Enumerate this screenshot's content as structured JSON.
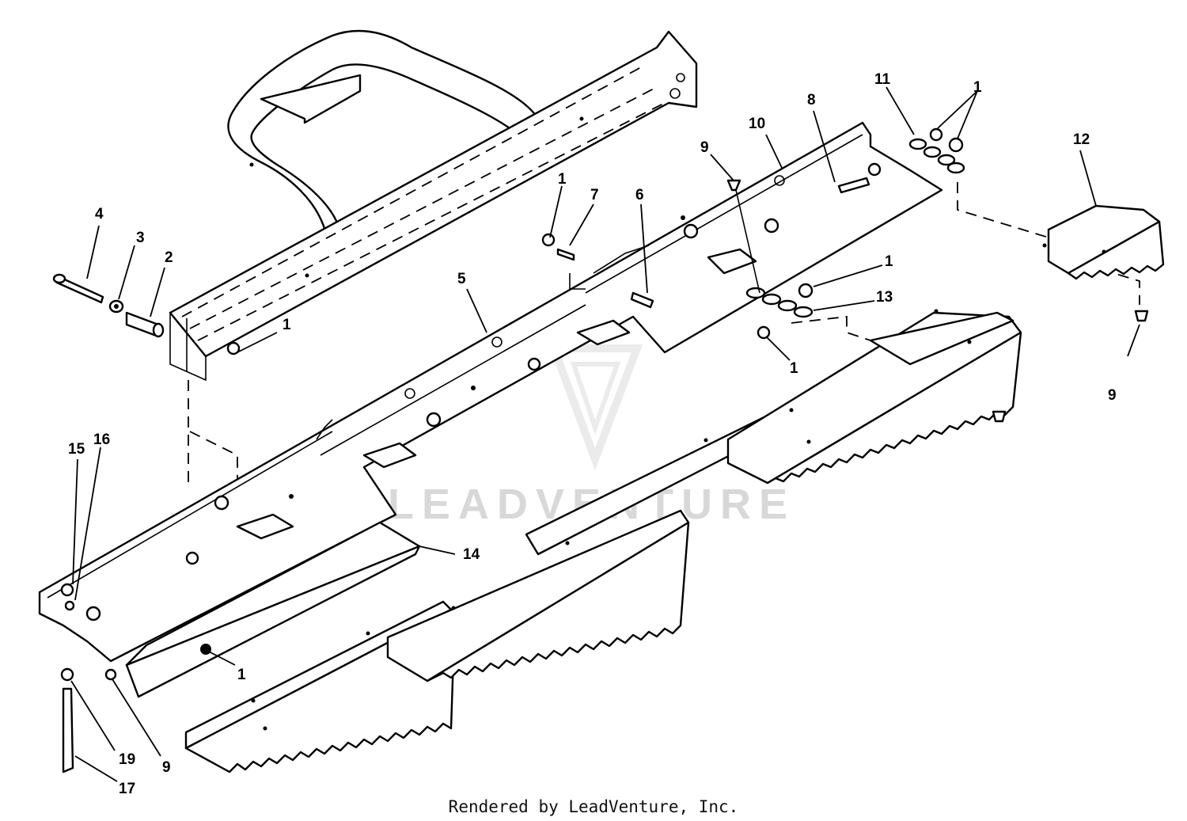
{
  "watermark": "LEADVENTURE",
  "footer": {
    "credit": "Rendered by LeadVenture, Inc."
  },
  "callouts": [
    {
      "id": "c4",
      "label": "4"
    },
    {
      "id": "c3",
      "label": "3"
    },
    {
      "id": "c2",
      "label": "2"
    },
    {
      "id": "c1a",
      "label": "1"
    },
    {
      "id": "c5",
      "label": "5"
    },
    {
      "id": "c1b",
      "label": "1"
    },
    {
      "id": "c7",
      "label": "7"
    },
    {
      "id": "c6",
      "label": "6"
    },
    {
      "id": "c9a",
      "label": "9"
    },
    {
      "id": "c10",
      "label": "10"
    },
    {
      "id": "c8",
      "label": "8"
    },
    {
      "id": "c11",
      "label": "11"
    },
    {
      "id": "c1c",
      "label": "1"
    },
    {
      "id": "c12",
      "label": "12"
    },
    {
      "id": "c1d",
      "label": "1"
    },
    {
      "id": "c13",
      "label": "13"
    },
    {
      "id": "c1e",
      "label": "1"
    },
    {
      "id": "c9b",
      "label": "9"
    },
    {
      "id": "c15",
      "label": "15"
    },
    {
      "id": "c16",
      "label": "16"
    },
    {
      "id": "c14",
      "label": "14"
    },
    {
      "id": "c1f",
      "label": "1"
    },
    {
      "id": "c19",
      "label": "19"
    },
    {
      "id": "c9c",
      "label": "9"
    },
    {
      "id": "c17",
      "label": "17"
    }
  ]
}
